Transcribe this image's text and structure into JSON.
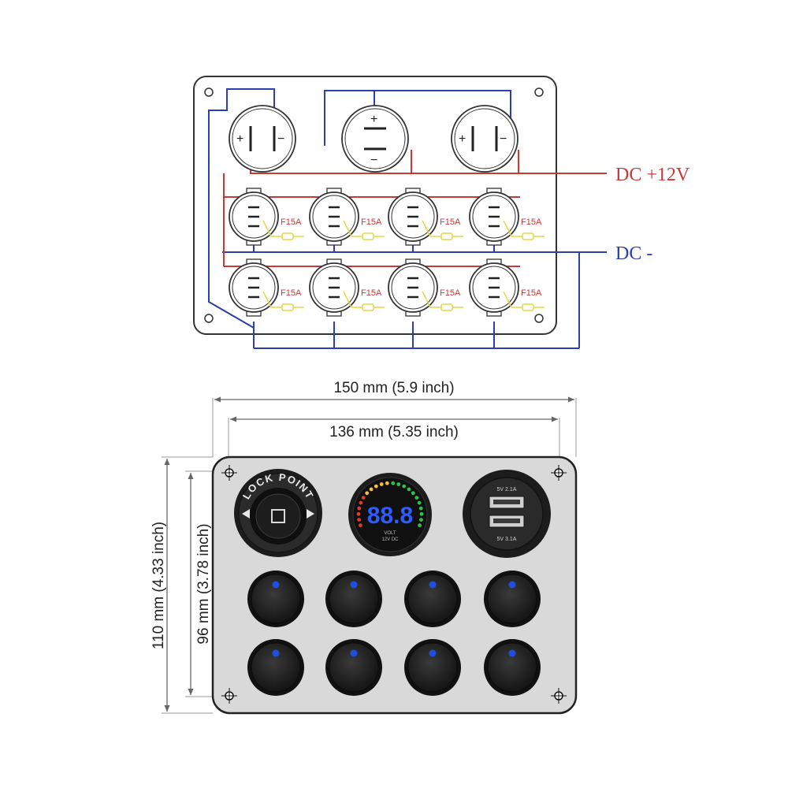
{
  "wiring": {
    "dc_positive_label": "DC +12V",
    "dc_negative_label": "DC -",
    "fuse_label": "F15A",
    "plus_sign": "+",
    "minus_sign": "−",
    "wire_colors": {
      "positive": "#c83a3a",
      "negative": "#2a3fb0",
      "fuse": "#e3d84a"
    }
  },
  "dimensions": {
    "overall_width": "150 mm (5.9 inch)",
    "inner_width": "136 mm (5.35 inch)",
    "overall_height": "110 mm (4.33 inch)",
    "inner_height": "96 mm (3.78 inch)"
  },
  "panel": {
    "socket_text": "LOCK POINT",
    "voltmeter_reading": "88.8",
    "voltmeter_caption_1": "VOLT",
    "voltmeter_caption_2": "12V DC",
    "usb_top_label": "5V 2.1A",
    "usb_bottom_label": "5V 3.1A",
    "colors": {
      "plate": "#d9d9d9",
      "switch": "#1f1f1f",
      "led": "#1f4fe0",
      "display": "#2d5cff"
    }
  }
}
